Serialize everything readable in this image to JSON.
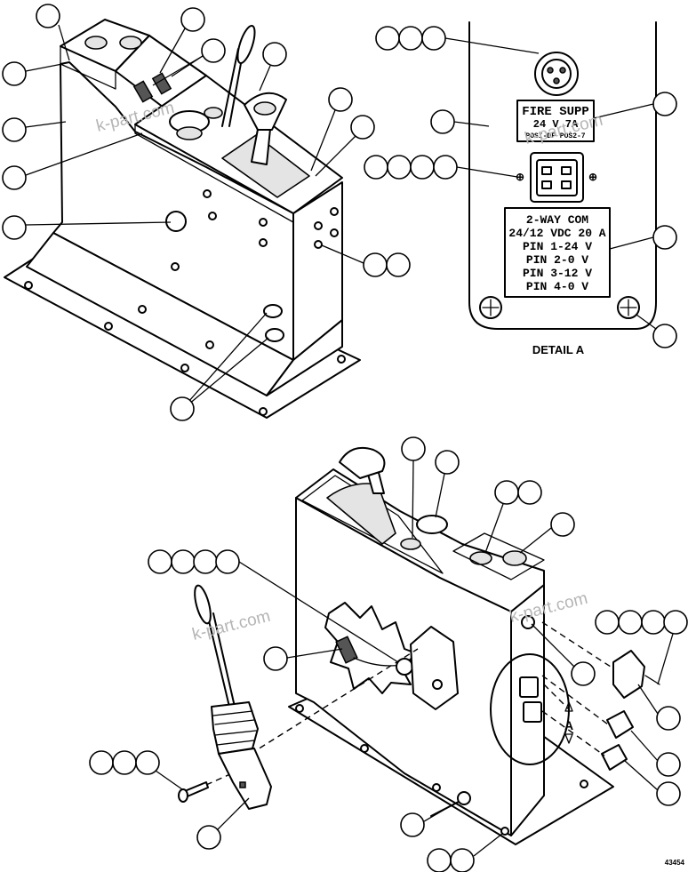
{
  "detail": {
    "fire_label_line1": "FIRE SUPP",
    "fire_label_line2": "24 V 7A",
    "fire_label_line3": "POSI-DF POS2-7",
    "com_label_lines": [
      "2-WAY COM",
      "24/12 VDC 20 A",
      "PIN 1-24 V",
      "PIN 2-0 V",
      "PIN 3-12 V",
      "PIN 4-0 V"
    ],
    "caption": "DETAIL A"
  },
  "detail_marker": "A",
  "watermark": "k-part.com",
  "drawing_number": "43454"
}
